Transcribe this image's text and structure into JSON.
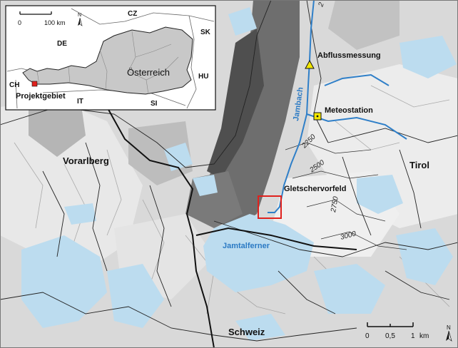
{
  "inset": {
    "scale_zero": "0",
    "scale_end": "100 km",
    "north": "N",
    "countries": {
      "cz": "CZ",
      "sk": "SK",
      "de": "DE",
      "hu": "HU",
      "ch": "CH",
      "it": "IT",
      "si": "SI"
    },
    "country_main": "Österreich",
    "project_label": "Projektgebiet"
  },
  "map": {
    "regions": {
      "vorarlberg": "Vorarlberg",
      "tirol": "Tirol",
      "schweiz": "Schweiz"
    },
    "features": {
      "abfluss": "Abflussmessung",
      "meteo": "Meteostation",
      "jambach": "Jambach",
      "vorfeld": "Gletschervorfeld",
      "glacier": "Jamtalferner"
    },
    "contours": {
      "c2250": "2250",
      "c2500": "2500",
      "c2750": "2750",
      "c3000": "3000",
      "ctop": "2"
    },
    "scale": {
      "t0": "0",
      "t05": "0,5",
      "t1": "1",
      "unit": "km"
    },
    "north": "N"
  },
  "colors": {
    "river": "#2f7fc8",
    "glacier": "#bcdcef",
    "label_blue": "#2b7ac4",
    "project_red": "#e0211d",
    "marker_yellow": "#f2e600",
    "inset_land": "#c8c8c8"
  }
}
